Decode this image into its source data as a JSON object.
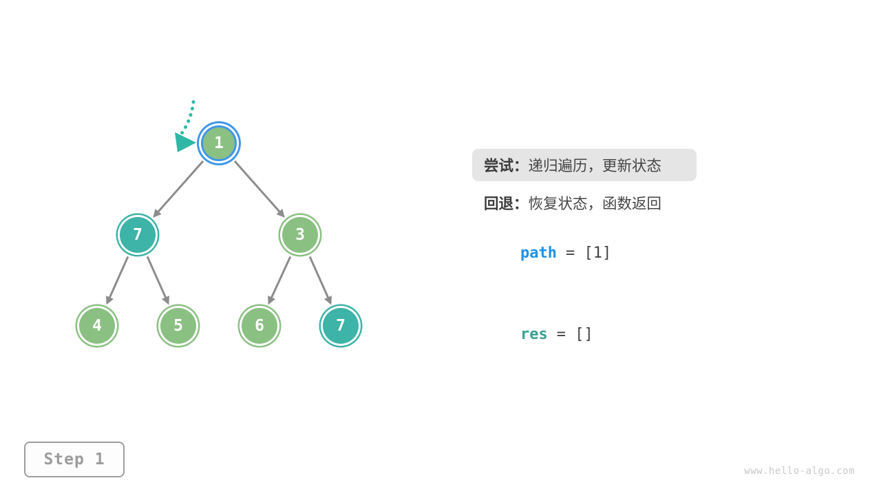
{
  "tree": {
    "nodes": [
      {
        "label": "1",
        "color": "green",
        "highlighted": true,
        "level": 0
      },
      {
        "label": "7",
        "color": "teal",
        "highlighted": false,
        "level": 1
      },
      {
        "label": "3",
        "color": "green",
        "highlighted": false,
        "level": 1
      },
      {
        "label": "4",
        "color": "green",
        "highlighted": false,
        "level": 2
      },
      {
        "label": "5",
        "color": "green",
        "highlighted": false,
        "level": 2
      },
      {
        "label": "6",
        "color": "green",
        "highlighted": false,
        "level": 2
      },
      {
        "label": "7",
        "color": "teal",
        "highlighted": false,
        "level": 2
      }
    ],
    "edges": [
      [
        "1",
        "7-left"
      ],
      [
        "1",
        "3"
      ],
      [
        "7-left",
        "4"
      ],
      [
        "7-left",
        "5"
      ],
      [
        "3",
        "6"
      ],
      [
        "3",
        "7-right"
      ]
    ],
    "pointer": "current-node-arrow-at-root"
  },
  "legend": {
    "try_label": "尝试：",
    "try_text": "递归遍历，更新状态",
    "back_label": "回退：",
    "back_text": "恢复状态，函数返回"
  },
  "variables": {
    "path_name": "path",
    "path_value": "= [1]",
    "res_name": "res",
    "res_value": "= []"
  },
  "step": {
    "label": "Step 1"
  },
  "watermark": "www.hello-algo.com",
  "colors": {
    "node_green": "#8bc083",
    "node_teal": "#3eb3a8",
    "highlight_blue": "#4097e8",
    "pointer_teal": "#2eb8a5",
    "edge_gray": "#8c8c8c",
    "pill_background": "#e5e5e5",
    "text_dark": "#3b3b3b",
    "path_blue": "#2092e6",
    "res_teal": "#3a9e8f",
    "step_gray": "#9c9c9c",
    "watermark_gray": "#c9c9c9"
  }
}
